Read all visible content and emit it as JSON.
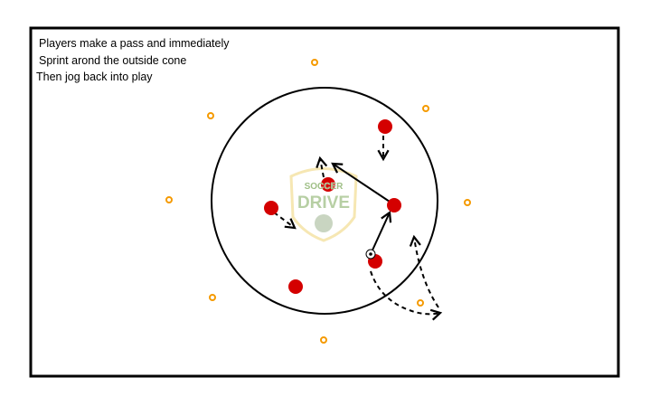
{
  "instructions": [
    "Players make a pass and immediately",
    "Sprint arond the outside cone",
    "Then jog back into play"
  ],
  "logo": {
    "top": "SOCCER",
    "main": "DRIVE"
  },
  "colors": {
    "player": "#d40000",
    "cone": "#f59a00",
    "line": "#000000",
    "logo": "#9fbf86",
    "logo_border": "#f3df9a"
  }
}
